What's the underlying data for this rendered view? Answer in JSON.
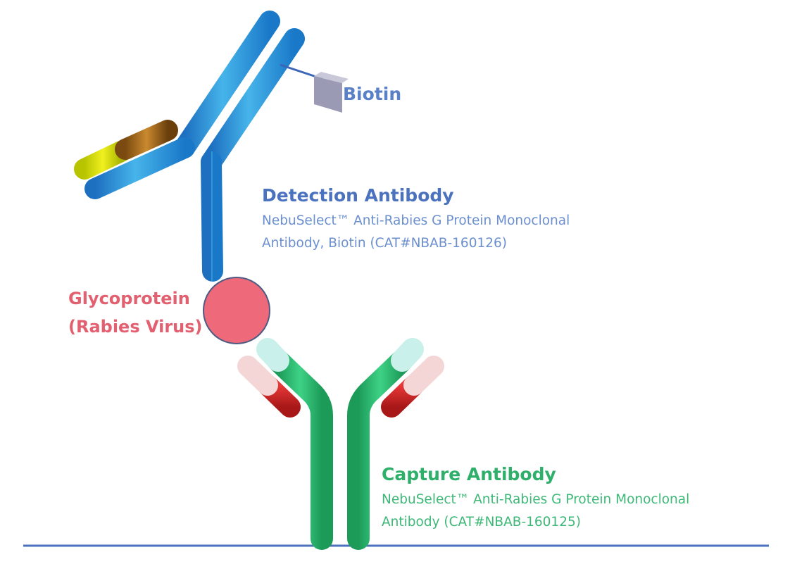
{
  "biotin": {
    "label": "Biotin"
  },
  "detection_antibody": {
    "title": "Detection Antibody",
    "description_line1": "NebuSelect™ Anti-Rabies G Protein Monoclonal",
    "description_line2": "Antibody, Biotin (CAT#NBAB-160126)"
  },
  "glycoprotein": {
    "line1": "Glycoprotein",
    "line2": "(Rabies Virus)"
  },
  "capture_antibody": {
    "title": "Capture Antibody",
    "description_line1": "NebuSelect™ Anti-Rabies G Protein Monoclonal",
    "description_line2": "Antibody (CAT#NBAB-160125)"
  },
  "colors": {
    "detection": "#3aa0dc",
    "capture": "#2fb870",
    "antigen": "#ee6a7a",
    "biotin": "#5a80c8",
    "baseline": "#4a72be"
  }
}
